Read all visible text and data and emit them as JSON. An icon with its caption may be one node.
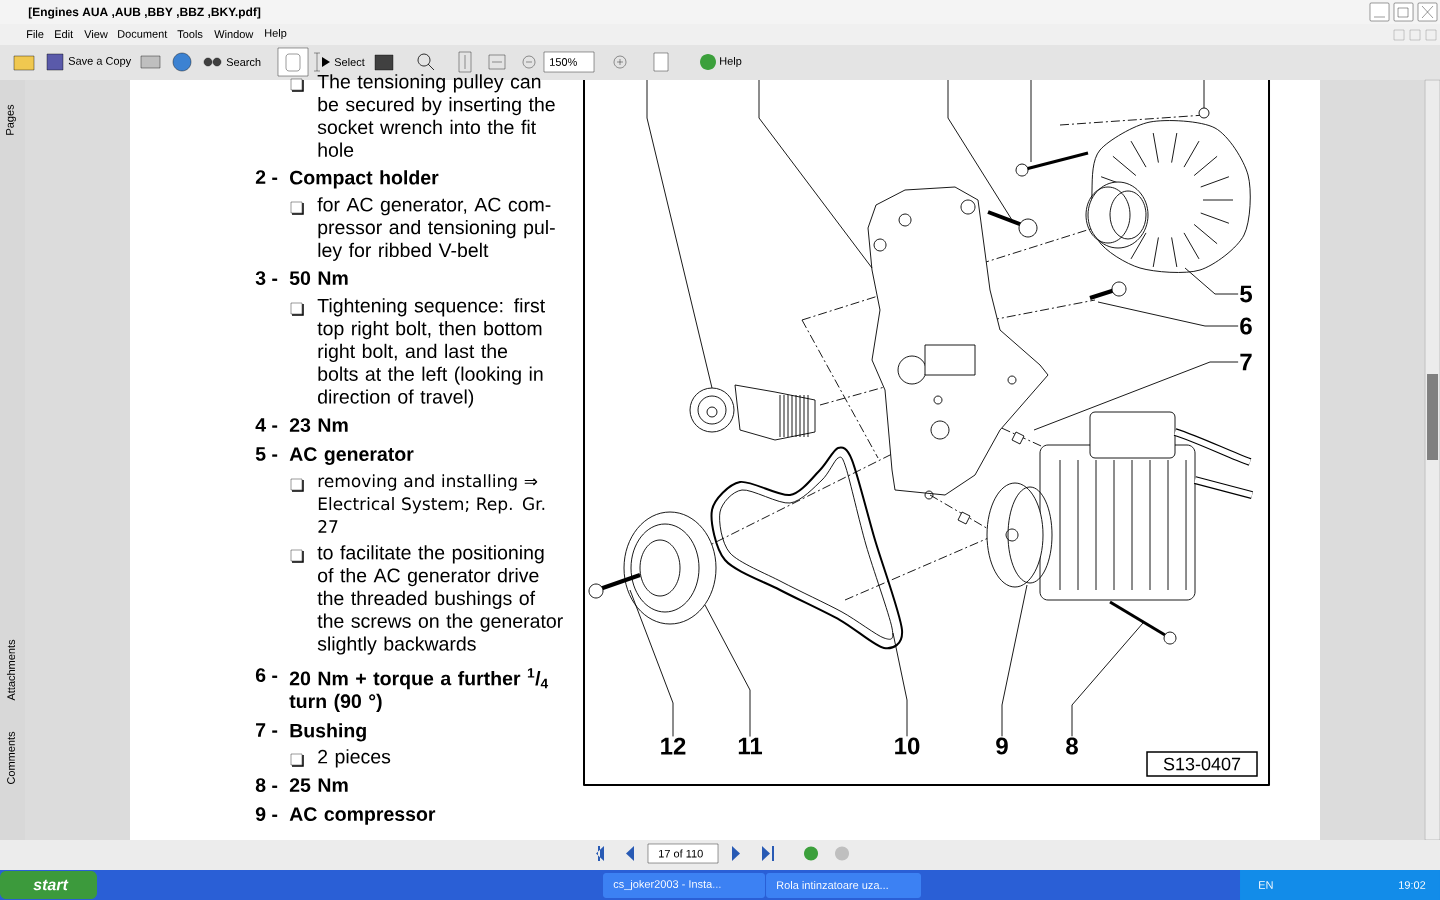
{
  "diagram": {
    "nodes": [
      {
        "text": [
          "5"
        ]
      },
      {
        "text": [
          "6"
        ]
      },
      {
        "text": [
          "7"
        ]
      },
      {
        "text": [
          "8"
        ]
      },
      {
        "text": [
          "9"
        ]
      },
      {
        "text": [
          "10"
        ]
      },
      {
        "text": [
          "11"
        ]
      },
      {
        "text": [
          "12"
        ]
      },
      {
        "text": [
          "S13-0407"
        ]
      }
    ],
    "edges": [
      {
        "from": 0,
        "to": null,
        "arrow": "none"
      },
      {
        "from": 1,
        "to": null,
        "arrow": "none"
      },
      {
        "from": 2,
        "to": null,
        "arrow": "none"
      },
      {
        "from": 3,
        "to": null,
        "arrow": "none"
      },
      {
        "from": 4,
        "to": null,
        "arrow": "none"
      },
      {
        "from": 5,
        "to": null,
        "arrow": "none"
      },
      {
        "from": 6,
        "to": null,
        "arrow": "none"
      },
      {
        "from": 7,
        "to": null,
        "arrow": "none"
      }
    ],
    "labels": [
      "[Engines AUA ,AUB ,BBY ,BBZ ,BKY.pdf]",
      "File",
      "Edit",
      "View",
      "Document",
      "Tools",
      "Window",
      "Help",
      "Save a Copy",
      "Search",
      "Select",
      "150%",
      "Help",
      "Pages",
      "Attachments",
      "Comments",
      "The tensioning pulley can be secured by inserting the socket wrench into the fit hole",
      "2 -",
      "Compact holder",
      "for AC generator, AC com- pressor and tensioning pul- ley for ribbed V-belt",
      "3 -",
      "50 Nm",
      "Tightening sequence: first top right bolt, then bottom right bolt, and last the bolts at the left (looking in direction of travel)",
      "4 -",
      "23 Nm",
      "5 -",
      "AC generator",
      "removing and installing ⇒ Electrical System; Rep. Gr. 27",
      "to facilitate the positioning of the AC generator drive the threaded bushings of the screws on the generator slightly backwards",
      "6 -",
      "20 Nm + torque a further $^{1}$/$_{4}$ turn (90 °)",
      "7 -",
      "Bushing",
      "2 pieces",
      "8 -",
      "25 Nm",
      "9 -",
      "AC compressor",
      "17 of 110",
      "start",
      "cs_joker2003 - Insta...",
      "Rola intinzatoare uza...",
      "EN",
      "19:02"
    ]
  }
}
